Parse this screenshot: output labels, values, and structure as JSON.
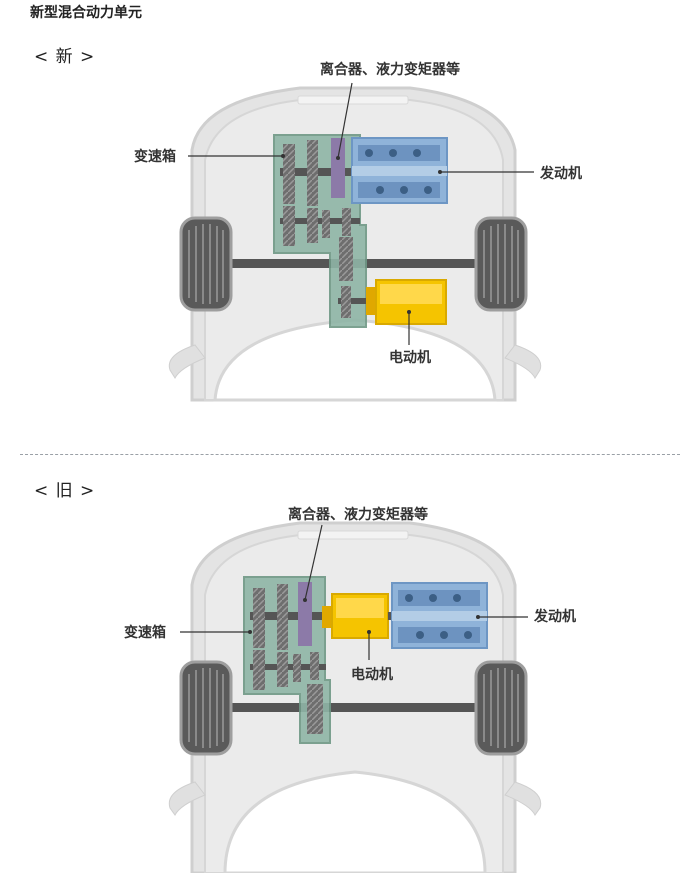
{
  "page": {
    "title": "新型混合动力单元"
  },
  "new_section": {
    "label": "< 新 >",
    "labels": {
      "clutch": "离合器、液力变矩器等",
      "transmission": "变速箱",
      "engine": "发动机",
      "motor": "电动机"
    }
  },
  "old_section": {
    "label": "< 旧 >",
    "labels": {
      "clutch": "离合器、液力变矩器等",
      "transmission": "变速箱",
      "engine": "发动机",
      "motor": "电动机"
    }
  },
  "colors": {
    "transmission": "#8fb5a6",
    "clutch": "#8c7aa8",
    "engine": "#8fb3d9",
    "motor": "#f5c400",
    "tire": "#5a5a5a",
    "axle": "#555555"
  }
}
